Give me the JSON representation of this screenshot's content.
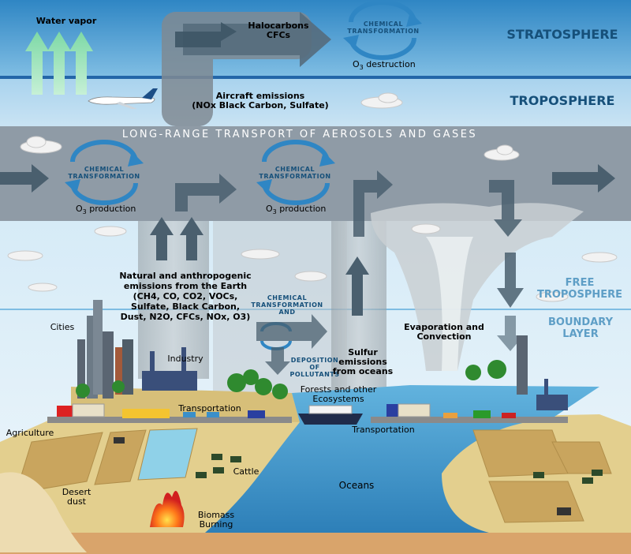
{
  "layers": {
    "stratosphere": "STRATOSPHERE",
    "troposphere": "TROPOSPHERE",
    "free_troposphere": "FREE TROPOSPHERE",
    "boundary_layer": "BOUNDARY LAYER"
  },
  "banner": "LONG-RANGE TRANSPORT OF AEROSOLS AND GASES",
  "labels": {
    "water_vapor": "Water vapor",
    "halocarbons": "Halocarbons",
    "cfcs": "CFCs",
    "chem_transformation": "CHEMICAL TRANSFORMATION",
    "o3_destruction_suffix": " destruction",
    "o3_production_suffix": "production",
    "aircraft_line1": "Aircraft emissions",
    "aircraft_line2": "(NOx Black Carbon, Sulfate)",
    "natural_emissions": "Natural and anthropogenic emissions from the Earth (CH4, CO, CO2, VOCs, Sulfate, Black Carbon, Dust, N2O, CFCs, NOx, O3)",
    "chem_and": "CHEMICAL TRANSFORMATION AND",
    "deposition": "DEPOSITION OF POLLUTANTS",
    "sulfur": "Sulfur emissions from oceans",
    "evaporation": "Evaporation and Convection",
    "cities": "Cities",
    "industry": "Industry",
    "transportation": "Transportation",
    "transportation2": "Transportation",
    "forests": "Forests and other Ecosystems",
    "agriculture": "Agriculture",
    "cattle": "Cattle",
    "desert_dust": "Desert dust",
    "oceans": "Oceans",
    "biomass": "Biomass Burning"
  },
  "colors": {
    "stratosphere": "#3a8fc9",
    "layer_text": "#1a5a8a",
    "free_tropo_text": "#6aa8cc",
    "transport_band": "#8c9aa8",
    "arrow": "#3d5566",
    "chem_arrow": "#3a8fc9",
    "ocean": "#4a9fd0",
    "land": "#e8d49a"
  }
}
